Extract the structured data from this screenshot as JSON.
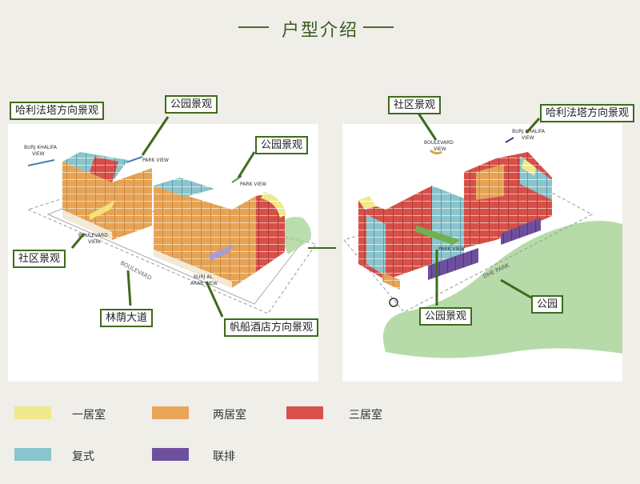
{
  "page": {
    "title": "户型介绍"
  },
  "diagram": {
    "callouts": [
      {
        "id": "burj-view-left",
        "text": "哈利法塔方向景观"
      },
      {
        "id": "park-view-1",
        "text": "公园景观"
      },
      {
        "id": "park-view-2",
        "text": "公园景观"
      },
      {
        "id": "community-view-left",
        "text": "社区景观"
      },
      {
        "id": "boulevard",
        "text": "林荫大道"
      },
      {
        "id": "burj-al-arab-view",
        "text": "帆船酒店方向景观"
      },
      {
        "id": "community-view-right",
        "text": "社区景观"
      },
      {
        "id": "burj-view-right",
        "text": "哈利法塔方向景观"
      },
      {
        "id": "park-view-3",
        "text": "公园景观"
      },
      {
        "id": "park",
        "text": "公园"
      }
    ],
    "plan_labels": {
      "burj_khalifa_view_left": [
        "BURJ KHALIFA",
        "VIEW"
      ],
      "park_view_a": "PARK VIEW",
      "park_view_b": "PARK VIEW",
      "boulevard_view": [
        "BOULEVARD",
        "VIEW"
      ],
      "boulevard_road": "BOULEVARD",
      "burj_al_arab_view": [
        "BURJ AL",
        "ARAB VIEW"
      ],
      "boulevard_view_right": [
        "BOULEVARD",
        "VIEW"
      ],
      "burj_khalifa_view_right": [
        "BURJ KHALIFA",
        "VIEW"
      ],
      "park_view_right": "PARK VIEW",
      "dhe_park": "DHE PARK"
    }
  },
  "legend": [
    {
      "label": "一居室",
      "color": "#efe98c"
    },
    {
      "label": "两居室",
      "color": "#e8a457"
    },
    {
      "label": "三居室",
      "color": "#d9504b"
    },
    {
      "label": "复式",
      "color": "#8ac4cc"
    },
    {
      "label": "联排",
      "color": "#6e4f9e"
    }
  ],
  "colors": {
    "accent": "#3f6b1d",
    "park_green": "#a9d59a",
    "panel": "#ffffff"
  }
}
